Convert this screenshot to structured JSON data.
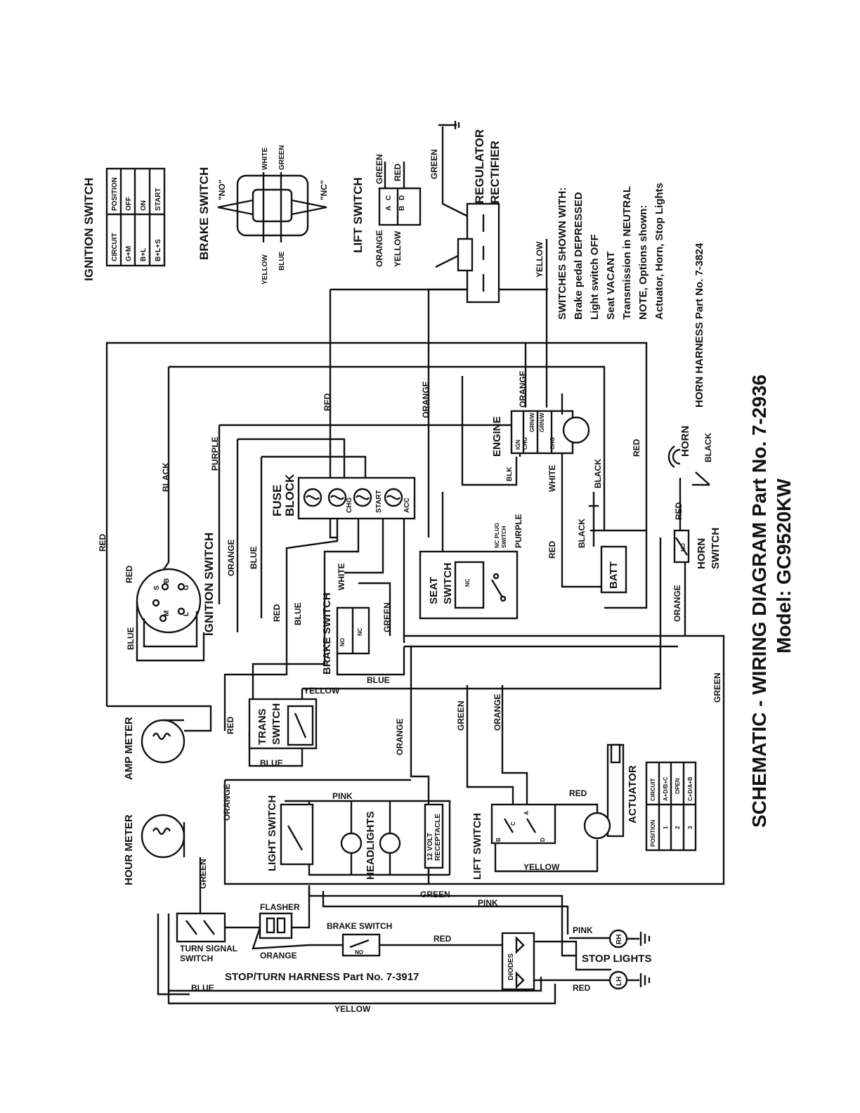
{
  "title": {
    "line1": "SCHEMATIC - WIRING DIAGRAM Part No. 7-2936",
    "line2": "Model: GC9520KW"
  },
  "notes": {
    "heading": "SWITCHES SHOWN WITH:",
    "line1": "Brake pedal DEPRESSED",
    "line2": "Light switch OFF",
    "line3": "Seat VACANT",
    "line4": "Transmission in NEUTRAL",
    "line5": "NOTE, Options shown:",
    "line6": "Actuator, Horn, Stop Lights"
  },
  "harnesses": {
    "horn": "HORN HARNESS Part No. 7-3824",
    "stop_turn": "STOP/TURN HARNESS Part No. 7-3917"
  },
  "ignition_table": {
    "label": "IGNITION SWITCH",
    "headers": [
      "POSITION",
      "CIRCUIT"
    ],
    "rows": [
      [
        "OFF",
        "G+M"
      ],
      [
        "ON",
        "B+L"
      ],
      [
        "START",
        "B+L+S"
      ]
    ]
  },
  "actuator_table": {
    "headers": [
      "POSITION",
      "CIRCUIT"
    ],
    "rows": [
      [
        "1",
        "A+D/B+C"
      ],
      [
        "2",
        "OPEN"
      ],
      [
        "3",
        "C+D/A+B"
      ]
    ]
  },
  "components": {
    "brake_switch_detail": "BRAKE SWITCH",
    "no": "\"NO\"",
    "nc": "\"NC\"",
    "lift_switch_detail": "LIFT SWITCH",
    "regulator": "REGULATOR",
    "rectifier": "RECTIFIER",
    "engine": "ENGINE",
    "fuse": "FUSE",
    "block": "BLOCK",
    "ignition_switch": "IGNITION SWITCH",
    "brake_switch": "BRAKE SWITCH",
    "trans": "TRANS",
    "switch": "SWITCH",
    "seat": "SEAT",
    "nc_plug_1": "NC PLUG",
    "nc_plug_2": "SWITCH",
    "batt": "BATT",
    "horn": "HORN",
    "horn_switch_1": "HORN",
    "horn_switch_2": "SWITCH",
    "amp_meter": "AMP METER",
    "hour_meter": "HOUR METER",
    "light_switch": "LIGHT SWITCH",
    "headlights": "HEADLIGHTS",
    "receptacle_1": "12 VOLT",
    "receptacle_2": "RECEPTACLE",
    "lift_switch": "LIFT SWITCH",
    "actuator": "ACTUATOR",
    "flasher": "FLASHER",
    "turn_signal_1": "TURN SIGNAL",
    "turn_signal_2": "SWITCH",
    "brake_switch_small": "BRAKE SWITCH",
    "diodes": "DIODES",
    "stop_lights": "STOP LIGHTS",
    "rh": "RH",
    "lh": "LH"
  },
  "fuse_terminals": {
    "chg": "CHG",
    "start": "START",
    "acc": "ACC"
  },
  "terminals": {
    "ign": "IGN",
    "chg": "CHG",
    "grnw": "GRN/W",
    "blk": "BLK",
    "a": "A",
    "b": "B",
    "c": "C",
    "d": "D",
    "s": "S",
    "m": "M",
    "l": "L",
    "g": "G",
    "no": "NO",
    "nc": "NC"
  },
  "wire_colors": {
    "red": "RED",
    "black": "BLACK",
    "purple": "PURPLE",
    "orange": "ORANGE",
    "blue": "BLUE",
    "white": "WHITE",
    "green": "GREEN",
    "yellow": "YELLOW",
    "pink": "PINK"
  }
}
